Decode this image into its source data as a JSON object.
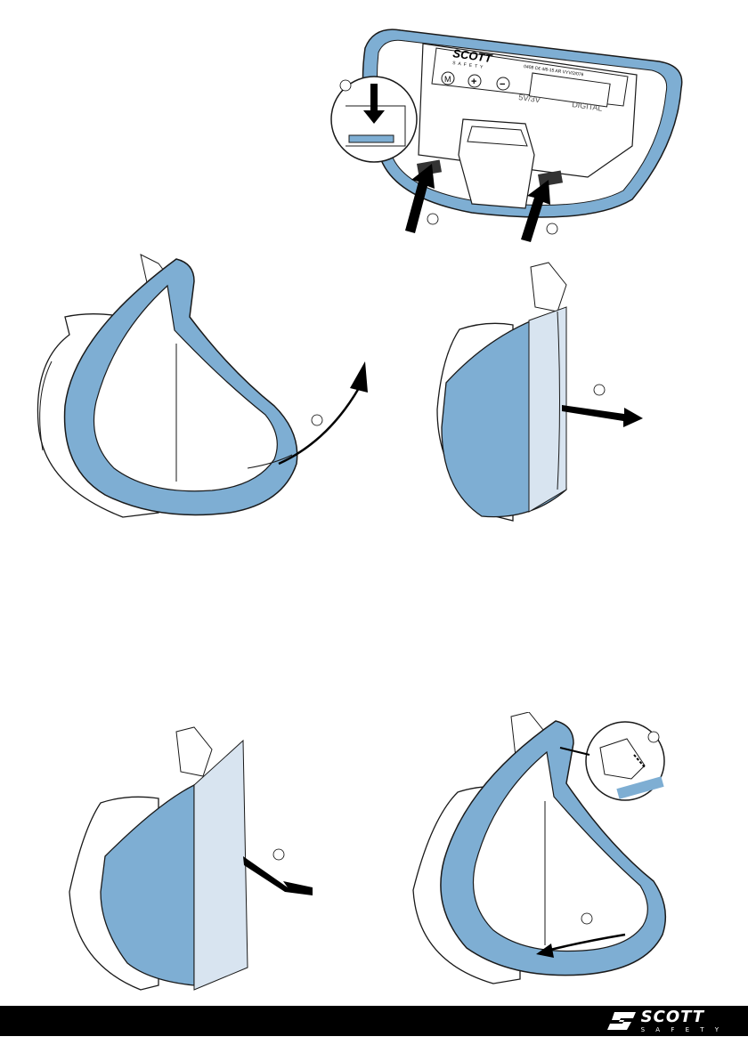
{
  "device_label": {
    "brand": "SCOTT",
    "brand_sub": "SAFETY",
    "buttons": [
      "M",
      "+",
      "−"
    ],
    "cert_text": "0408 C€ 4/6-15 AR VYV/2/076",
    "voltage": "5V/3V",
    "mode": "DIGITAL"
  },
  "footer": {
    "brand": "SCOTT",
    "brand_sub": "S A F E T Y"
  },
  "colors": {
    "blue": "#7EAED3",
    "light_blue": "#D8E4F0",
    "outline": "#1a1a1a",
    "footer_bg": "#000000"
  },
  "icons": [
    "arrow-icon",
    "step-circle-icon",
    "scott-logo-icon"
  ]
}
